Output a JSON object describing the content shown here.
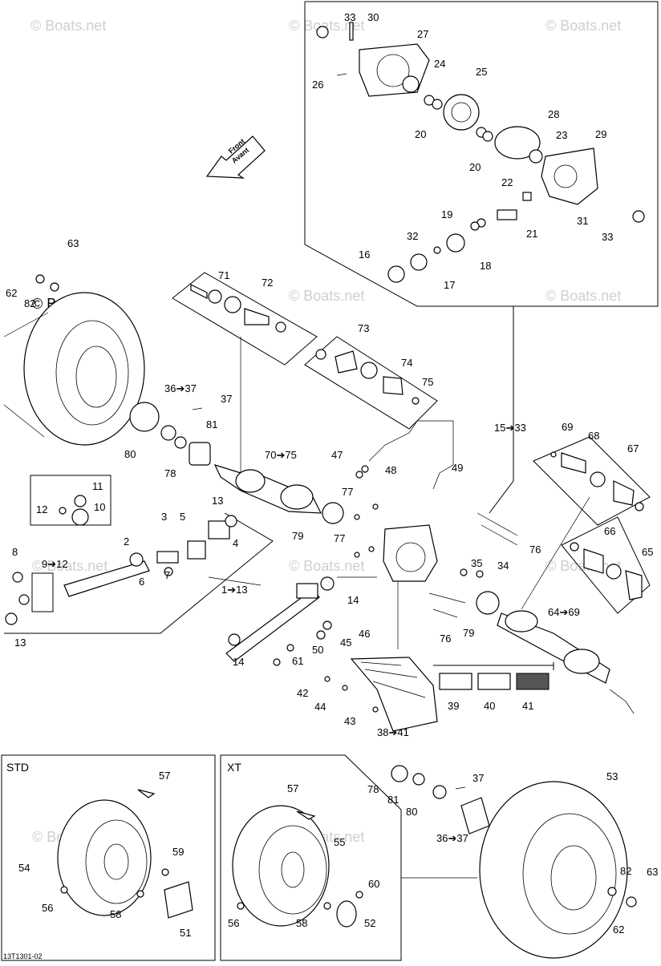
{
  "diagram": {
    "code": "13T1301-02",
    "front_arrow": [
      "Front",
      "Avant"
    ],
    "watermark": "© Boats.net",
    "std_title": "STD",
    "xt_title": "XT",
    "callouts": {
      "c1": "33",
      "c2": "30",
      "c3": "27",
      "c4": "24",
      "c5": "26",
      "c6": "25",
      "c7": "20",
      "c8": "28",
      "c9": "23",
      "c10": "29",
      "c11": "20",
      "c12": "22",
      "c13": "19",
      "c14": "31",
      "c15": "21",
      "c16": "33",
      "c17": "32",
      "c18": "16",
      "c19": "18",
      "c20": "17",
      "c21": "63",
      "c22": "62",
      "c23": "82",
      "c24": "71",
      "c25": "72",
      "c26": "73",
      "c27": "74",
      "c28": "75",
      "c29": "36➔37",
      "c30": "37",
      "c31": "81",
      "c32": "80",
      "c33": "78",
      "c34": "15➔33",
      "c35": "69",
      "c36": "68",
      "c37": "67",
      "c38": "70➔75",
      "c39": "47",
      "c40": "48",
      "c41": "49",
      "c42": "11",
      "c43": "12",
      "c44": "10",
      "c45": "3",
      "c46": "5",
      "c47": "13",
      "c48": "77",
      "c49": "79",
      "c50": "4",
      "c51": "66",
      "c52": "65",
      "c53": "8",
      "c54": "2",
      "c55": "77",
      "c56": "76",
      "c57": "9➔12",
      "c58": "7",
      "c59": "35",
      "c60": "34",
      "c61": "6",
      "c62": "1➔13",
      "c63": "14",
      "c64": "64➔69",
      "c65": "13",
      "c66": "46",
      "c67": "45",
      "c68": "79",
      "c69": "76",
      "c70": "50",
      "c71": "14",
      "c72": "61",
      "c73": "42",
      "c74": "39",
      "c75": "40",
      "c76": "41",
      "c77": "44",
      "c78": "43",
      "c79": "38➔41",
      "c80": "57",
      "c81": "57",
      "c82": "53",
      "c83": "37",
      "c84": "78",
      "c85": "81",
      "c86": "80",
      "c87": "55",
      "c88": "36➔37",
      "c89": "59",
      "c90": "54",
      "c91": "60",
      "c92": "82",
      "c93": "63",
      "c94": "56",
      "c95": "58",
      "c96": "51",
      "c97": "56",
      "c98": "58",
      "c99": "52",
      "c100": "62"
    }
  },
  "colors": {
    "line": "#000000",
    "watermark": "#cfcfcf",
    "background": "#ffffff"
  }
}
